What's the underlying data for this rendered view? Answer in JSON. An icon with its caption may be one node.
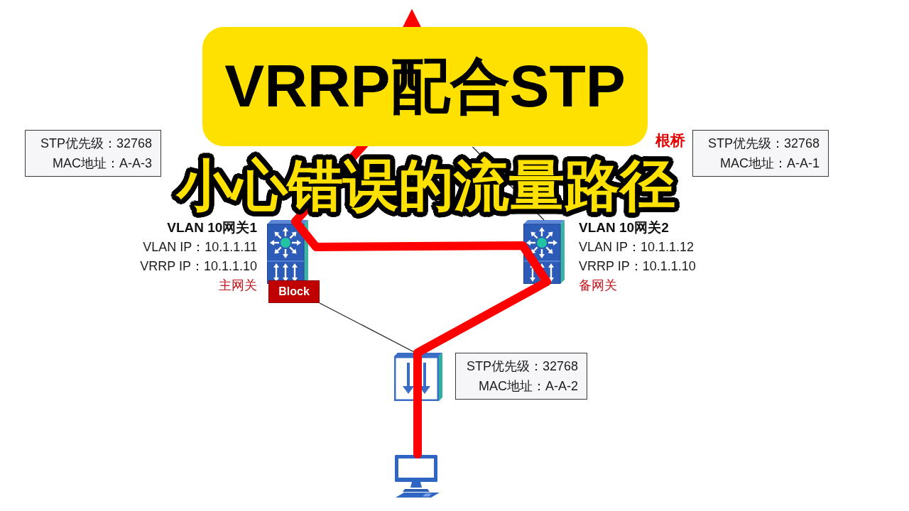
{
  "diagram": {
    "title": "VRRP配合STP",
    "nodes": [
      {
        "text": [
          "STP优先级：32768",
          "MAC地址：A-A-3"
        ]
      },
      {
        "text": [
          "STP优先级：32768",
          "MAC地址：A-A-1"
        ],
        "beside": [
          "根桥"
        ]
      },
      {
        "text": [],
        "shape": "picture",
        "beside": [
          "VLAN 10网关1",
          "VLAN IP：10.1.1.11",
          "VRRP IP：10.1.1.10",
          "主网关"
        ]
      },
      {
        "text": [],
        "shape": "picture",
        "beside": [
          "VLAN 10网关2",
          "VLAN IP：10.1.1.12",
          "VRRP IP：10.1.1.10",
          "备网关"
        ]
      },
      {
        "text": [
          "Block"
        ]
      },
      {
        "text": [],
        "shape": "picture"
      },
      {
        "text": [
          "STP优先级：32768",
          "MAC地址：A-A-2"
        ]
      },
      {
        "text": [],
        "shape": "picture"
      }
    ],
    "edges": [
      {
        "from": 4,
        "to": 5,
        "arrow": "none"
      },
      {
        "from": 3,
        "to": null,
        "arrow": "none"
      },
      {
        "from": 7,
        "to": null,
        "arrow": "to",
        "style": "thick",
        "color": "#ff0000"
      }
    ],
    "labels": [
      "小心错误的流量路径"
    ]
  }
}
